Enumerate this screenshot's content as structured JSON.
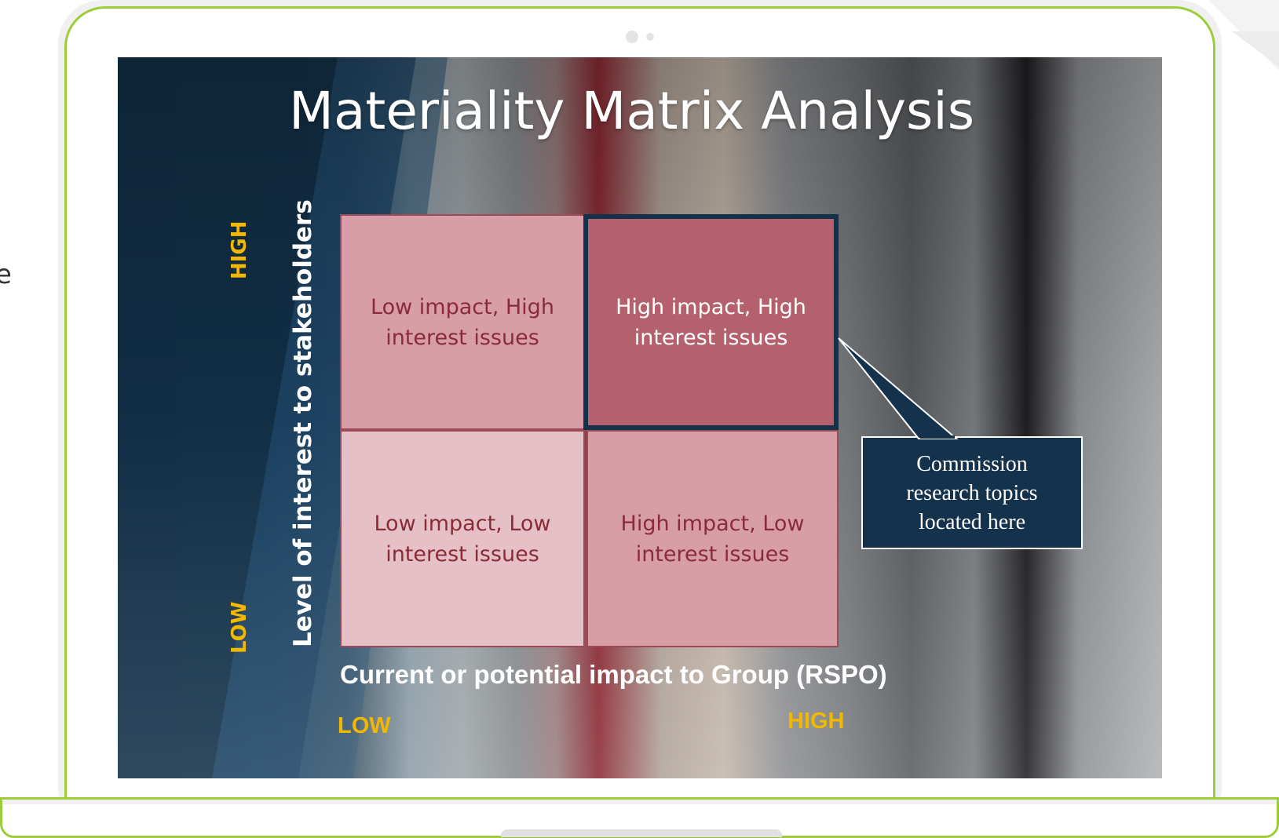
{
  "page": {
    "edge_text": "e"
  },
  "slide": {
    "title": "Materiality Matrix Analysis"
  },
  "matrix": {
    "cells": {
      "top_left": "Low impact, High\ninterest issues",
      "top_right": "High impact, High\ninterest issues",
      "bottom_left": "Low impact, Low\ninterest issues",
      "bottom_right": "High impact, Low\ninterest issues"
    },
    "y_axis": {
      "title": "Level of interest to stakeholders",
      "high": "HIGH",
      "low": "LOW"
    },
    "x_axis": {
      "title": "Current or potential impact to Group (RSPO)",
      "low": "LOW",
      "high": "HIGH"
    }
  },
  "callout": {
    "text": "Commission\nresearch topics\nlocated here"
  },
  "colors": {
    "accent_green": "#9ccc3a",
    "axis_label_yellow": "#f2b800",
    "navy": "#14314a",
    "cell_dark": "#b5606d",
    "cell_mid": "#d79ea8",
    "cell_light": "#e5c0c6"
  }
}
